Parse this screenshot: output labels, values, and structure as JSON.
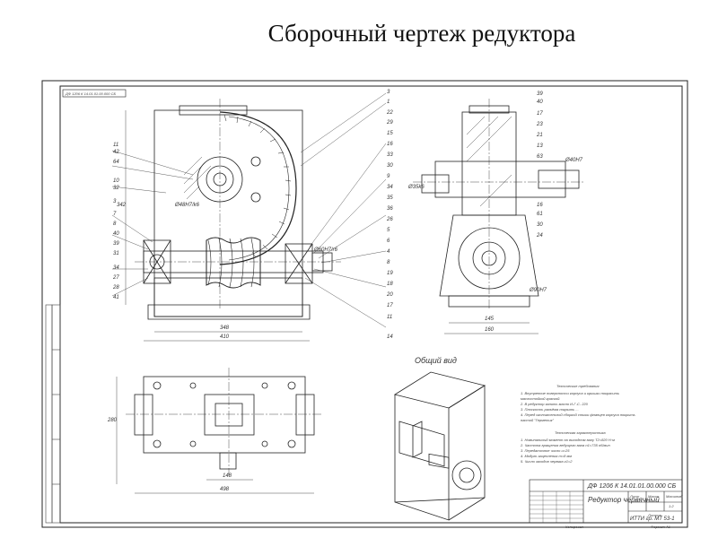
{
  "slide": {
    "title": "Сборочный чертеж редуктора"
  },
  "drawing": {
    "stamp_code_rotated": "ДФ 1206 К 14.01.01.00.000 СБ",
    "general_view_caption": "Общий вид",
    "title_block": {
      "designation": "ДФ 1206 К 14.01.01.00.000 СБ",
      "name": "Редуктор\nчервячный",
      "org": "ИТТИ гр. МТ 53-1",
      "sheet": "Лист",
      "sheets": "Листов",
      "mass": "Масса",
      "scale": "Масштаб",
      "scale_value": "1:2",
      "copied": "Копировал",
      "format": "Формат А1"
    },
    "tech_requirements": {
      "title": "Технические требования",
      "lines": [
        "1. Внутренние поверхности корпуса и крышки покрасить",
        "маслостойкой краской.",
        "2. В редуктор залить масло И-Г-С- 220",
        "3. Плоскость разъёма покрыть ...",
        "4. Перед окончательной сборкой стыки фланцев корпуса покрыть",
        "пастой \"Герметик\""
      ]
    },
    "tech_characteristics": {
      "title": "Техническая характеристика",
      "lines": [
        "1. Номинальный момент на выходном валу Т2=820 Н·м",
        "2. Частота вращения ведущего вала n1=735 об/мин",
        "3. Передаточное число u=25",
        "4. Модуль зацепления m=8 мм",
        "5. Число заходов червяка z1=2"
      ]
    },
    "dimensions": {
      "d1": "348",
      "d2": "410",
      "d3": "342",
      "d4": "145",
      "d5": "160",
      "d6": "280",
      "d7": "498",
      "d8": "148"
    },
    "left_callouts": [
      "11",
      "42",
      "64",
      "10",
      "32",
      "3",
      "7",
      "8",
      "40",
      "39",
      "31",
      "34",
      "27",
      "28",
      "41"
    ],
    "right_callouts_front": [
      "3",
      "1",
      "22",
      "29",
      "15",
      "16",
      "33",
      "30",
      "9",
      "34",
      "35",
      "36",
      "26",
      "5",
      "6",
      "4",
      "8",
      "19",
      "18",
      "20",
      "17",
      "11",
      "14"
    ],
    "side_callouts": [
      "39",
      "40",
      "17",
      "23",
      "21",
      "13",
      "63",
      "16",
      "61",
      "30",
      "24"
    ],
    "fit_notes": [
      "Ø48H7/k6",
      "Ø60H7/r6",
      "Ø40H7",
      "Ø90H7",
      "Ø35k6"
    ]
  }
}
